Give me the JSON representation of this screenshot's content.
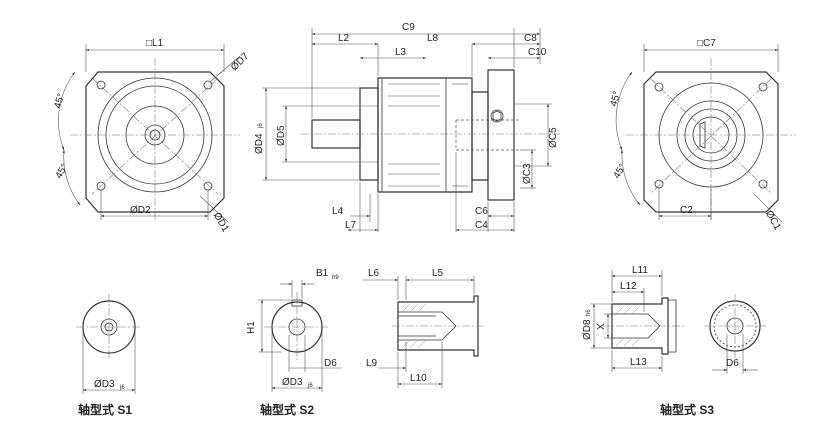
{
  "front_view": {
    "L1": "□L1",
    "D7": "ØD7",
    "angle_top": "45°",
    "angle_bottom": "45°",
    "D2": "ØD2",
    "D1": "ØD1"
  },
  "side_view": {
    "L2": "L2",
    "C9": "C9",
    "L8": "L8",
    "C8": "C8",
    "L3": "L3",
    "C10": "C10",
    "D4": "ØD4",
    "D4_tol": "j6",
    "D5": "ØD5",
    "C5": "ØC5",
    "C3": "ØC3",
    "L4": "L4",
    "L7": "L7",
    "C6": "C6",
    "C4": "C4"
  },
  "rear_view": {
    "C7": "□C7",
    "angle_top": "45°",
    "angle_bottom": "45°",
    "C2": "C2",
    "C1": "ØC1"
  },
  "shaft_s1": {
    "D3": "ØD3",
    "D3_tol": "j6",
    "caption": "轴型式 S1"
  },
  "shaft_s2": {
    "B1": "B1",
    "B1_tol": "h9",
    "H1": "H1",
    "D6": "D6",
    "D3": "ØD3",
    "D3_tol": "j6",
    "L6": "L6",
    "L5": "L5",
    "L9": "L9",
    "L10": "L10",
    "caption": "轴型式 S2"
  },
  "shaft_s3": {
    "L11": "L11",
    "L12": "L12",
    "D8": "ØD8",
    "D8_tol": "h6",
    "X": "X",
    "L13": "L13",
    "D6": "D6",
    "caption": "轴型式 S3"
  }
}
